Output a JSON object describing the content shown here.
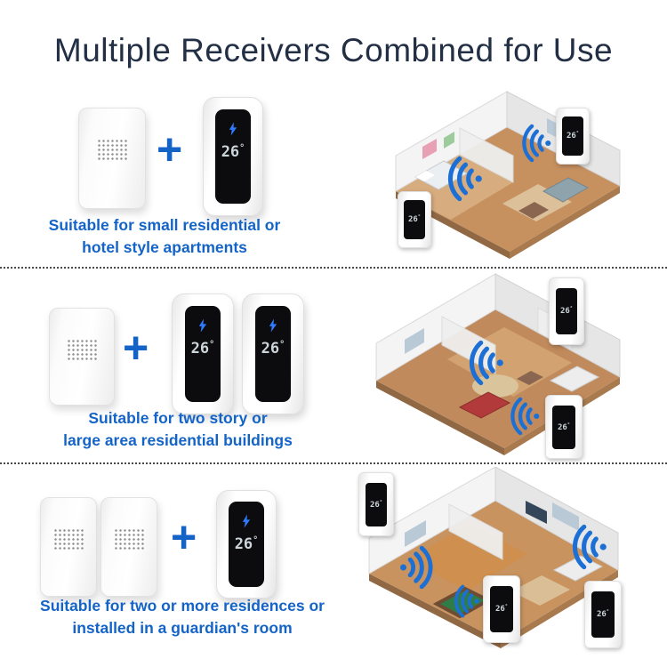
{
  "title": "Multiple Receivers Combined for Use",
  "plus_sign": "+",
  "device": {
    "temperature": "26",
    "unit": "°"
  },
  "sections": [
    {
      "caption_line1": "Suitable for small residential or",
      "caption_line2": "hotel style apartments",
      "transmitter_count": 1,
      "receiver_count": 1
    },
    {
      "caption_line1": "Suitable for two story or",
      "caption_line2": "large area residential buildings",
      "transmitter_count": 1,
      "receiver_count": 2
    },
    {
      "caption_line1": "Suitable for two or more residences or",
      "caption_line2": "installed in a guardian's room",
      "transmitter_count": 2,
      "receiver_count": 1
    }
  ],
  "colors": {
    "title_text": "#222f44",
    "caption_text": "#1464c8",
    "plus": "#1464c8",
    "wifi": "#1c6fd4",
    "screen_bg": "#0c0c0e",
    "screen_text": "#ccd5da",
    "bolt": "#2f7bff",
    "floor_wood": "#c6905f",
    "wall": "#f4f4f4"
  }
}
